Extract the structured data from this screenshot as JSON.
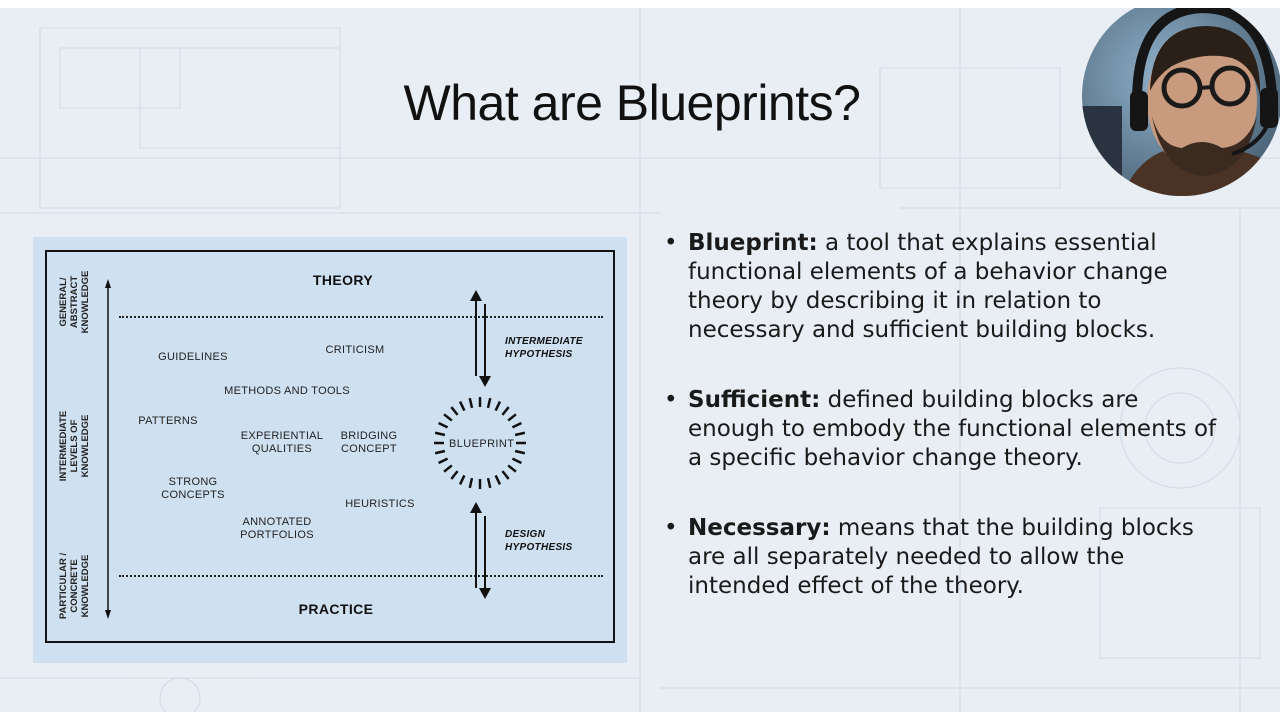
{
  "slide": {
    "title": "What are Blueprints?"
  },
  "figure": {
    "top_label": "THEORY",
    "bottom_label": "PRACTICE",
    "side_labels": [
      "GENERAL/\nABSTRACT\nKNOWLEDGE",
      "INTERMEDIATE\nLEVELS OF\nKNOWLEDGE",
      "PARTICULAR /\nCONCRETE\nKNOWLEDGE"
    ],
    "intermediate_hypothesis": "INTERMEDIATE\nHYPOTHESIS",
    "design_hypothesis": "DESIGN\nHYPOTHESIS",
    "blueprint": "BLUEPRINT",
    "items": {
      "guidelines": "GUIDELINES",
      "criticism": "CRITICISM",
      "methods_tools": "METHODS AND TOOLS",
      "patterns": "PATTERNS",
      "experiential": "EXPERIENTIAL\nQUALITIES",
      "bridging": "BRIDGING\nCONCEPT",
      "strong_concepts": "STRONG\nCONCEPTS",
      "heuristics": "HEURISTICS",
      "annotated": "ANNOTATED\nPORTFOLIOS"
    }
  },
  "bullets": [
    {
      "term": "Blueprint:",
      "text": " a tool that explains essential functional elements of a behavior change theory by describing it in relation to necessary and sufficient building blocks."
    },
    {
      "term": "Sufficient:",
      "text": " defined building blocks are enough to embody the functional elements of a specific behavior change theory."
    },
    {
      "term": "Necessary:",
      "text": " means that the building blocks are all separately needed to allow the intended effect of the theory."
    }
  ],
  "bullet_glyph": "•",
  "webcam": {
    "icon": "presenter-video-icon"
  },
  "colors": {
    "slide_bg": "#e8eef4",
    "figure_bg": "#cfe0f1",
    "text": "#1a1a1a"
  }
}
